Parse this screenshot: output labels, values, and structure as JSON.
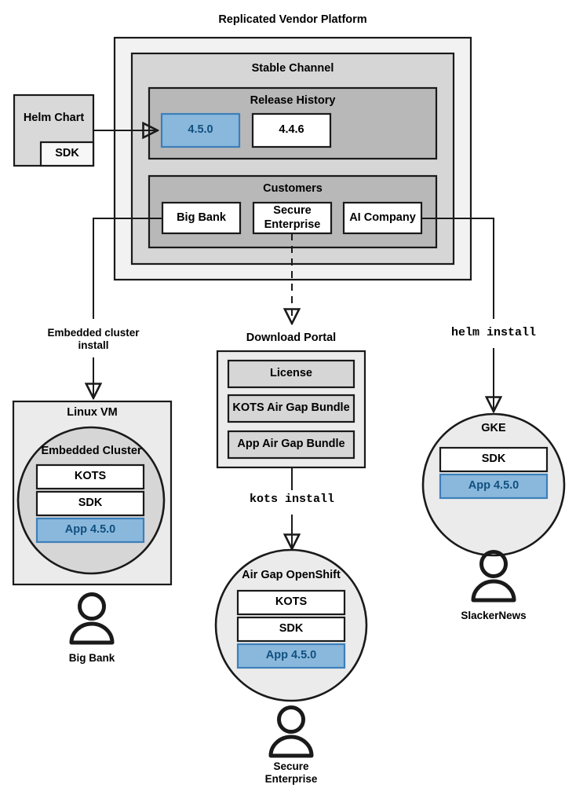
{
  "diagram": {
    "title": "Replicated Vendor Platform",
    "colors": {
      "platform_bg": "#f2f2f2",
      "channel_bg": "#d6d6d6",
      "section_bg": "#b8b8b8",
      "box_white": "#ffffff",
      "box_gray": "#d6d6d6",
      "vm_bg": "#ebebeb",
      "cluster_bg": "#d6d6d6",
      "accent_blue_fill": "#8ab8dc",
      "accent_blue_stroke": "#3c7fba",
      "accent_blue_text": "#11507f",
      "stroke": "#1a1a1a"
    }
  },
  "helm_chart": {
    "label": "Helm Chart",
    "sdk_label": "SDK"
  },
  "platform": {
    "title": "Replicated Vendor Platform",
    "stable_channel": {
      "title": "Stable Channel",
      "release_history": {
        "title": "Release History",
        "releases": [
          {
            "version": "4.5.0",
            "highlighted": true
          },
          {
            "version": "4.4.6",
            "highlighted": false
          }
        ]
      },
      "customers": {
        "title": "Customers",
        "items": [
          {
            "name": "Big Bank"
          },
          {
            "name": "Secure\nEnterprise"
          },
          {
            "name": "AI Company"
          }
        ]
      }
    }
  },
  "flows": {
    "embedded_cluster_install": "Embedded cluster\ninstall",
    "kots_install": "kots install",
    "helm_install": "helm install"
  },
  "linux_vm": {
    "title": "Linux VM",
    "cluster_title": "Embedded Cluster",
    "components": [
      {
        "label": "KOTS",
        "highlighted": false
      },
      {
        "label": "SDK",
        "highlighted": false
      },
      {
        "label": "App 4.5.0",
        "highlighted": true
      }
    ],
    "actor": "Big Bank"
  },
  "download_portal": {
    "title": "Download Portal",
    "artifacts": [
      {
        "label": "License"
      },
      {
        "label": "KOTS Air Gap Bundle"
      },
      {
        "label": "App Air Gap Bundle"
      }
    ]
  },
  "airgap_openshift": {
    "title": "Air Gap OpenShift",
    "components": [
      {
        "label": "KOTS",
        "highlighted": false
      },
      {
        "label": "SDK",
        "highlighted": false
      },
      {
        "label": "App 4.5.0",
        "highlighted": true
      }
    ],
    "actor": "Secure\nEnterprise"
  },
  "gke": {
    "title": "GKE",
    "components": [
      {
        "label": "SDK",
        "highlighted": false
      },
      {
        "label": "App 4.5.0",
        "highlighted": true
      }
    ],
    "actor": "SlackerNews"
  }
}
